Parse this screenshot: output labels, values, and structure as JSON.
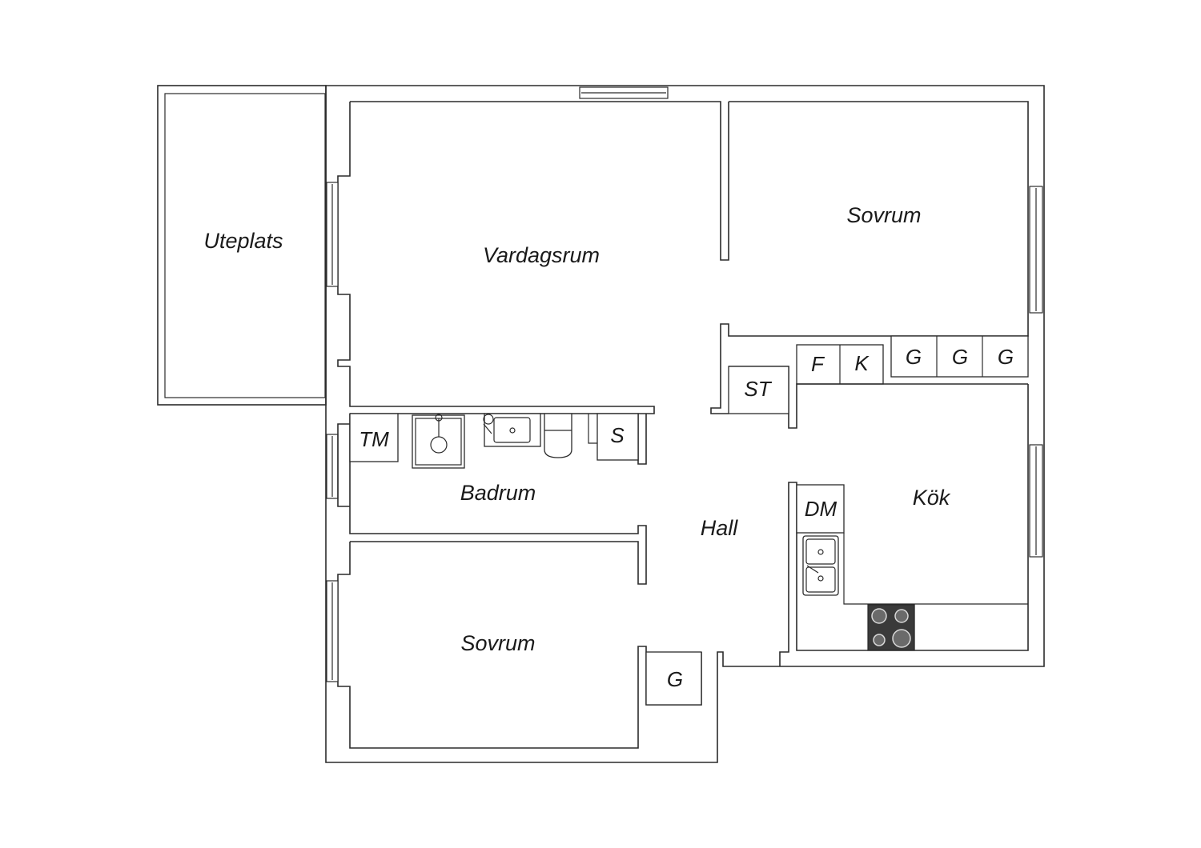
{
  "rooms": {
    "uteplats": "Uteplats",
    "vardagsrum": "Vardagsrum",
    "sovrum_1": "Sovrum",
    "sovrum_2": "Sovrum",
    "badrum": "Badrum",
    "hall": "Hall",
    "kok": "Kök"
  },
  "fixtures": {
    "tm": "TM",
    "s": "S",
    "st": "ST",
    "f": "F",
    "k": "K",
    "dm": "DM",
    "g_hall": "G",
    "g_1": "G",
    "g_2": "G",
    "g_3": "G"
  },
  "colors": {
    "wall": "#2b2b2b",
    "background": "#ffffff",
    "hob": "#3a3a3a"
  }
}
